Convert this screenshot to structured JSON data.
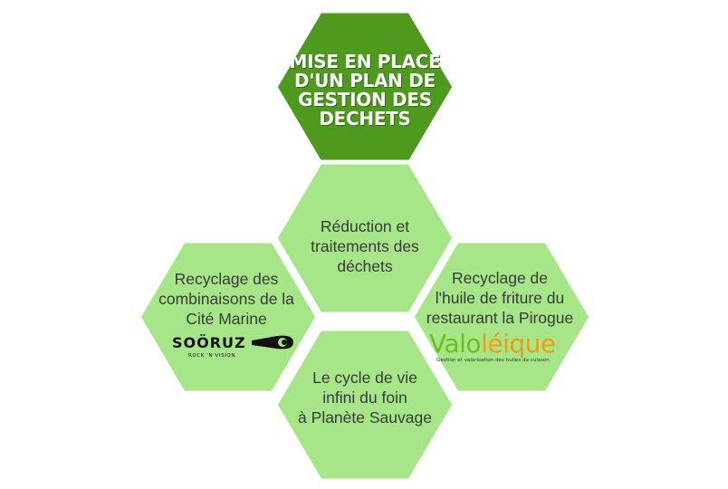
{
  "colors": {
    "title_hex": "#4e9a1f",
    "item_hex": "#a6e689",
    "hex_border": "#ffffff",
    "text": "#3a3a3a",
    "valoleique_green": "#6bbf1f",
    "valoleique_orange": "#f29a12"
  },
  "diagram": {
    "title": "MISE EN PLACE\nD'UN PLAN DE\nGESTION DES\nDECHETS",
    "items": [
      {
        "id": "reduction",
        "label": "Réduction et\ntraitements des\ndéchets"
      },
      {
        "id": "combinaisons",
        "label": "Recyclage des\ncombinaisons de la\nCité Marine"
      },
      {
        "id": "huile",
        "label": "Recyclage de\nl'huile de friture du\nrestaurant la Pirogue"
      },
      {
        "id": "foin",
        "label": "Le cycle de vie\ninfini du foin\nà Planète Sauvage"
      }
    ]
  },
  "logos": {
    "sooruz": {
      "name": "SOÖRUZ",
      "tagline": "ROCK 'N VISION",
      "icon": "wave-swoosh-icon"
    },
    "valoleique": {
      "name_green": "Valo",
      "name_orange": "léique",
      "tagline": "Gestion et valorisation des huiles de cuisson"
    }
  }
}
